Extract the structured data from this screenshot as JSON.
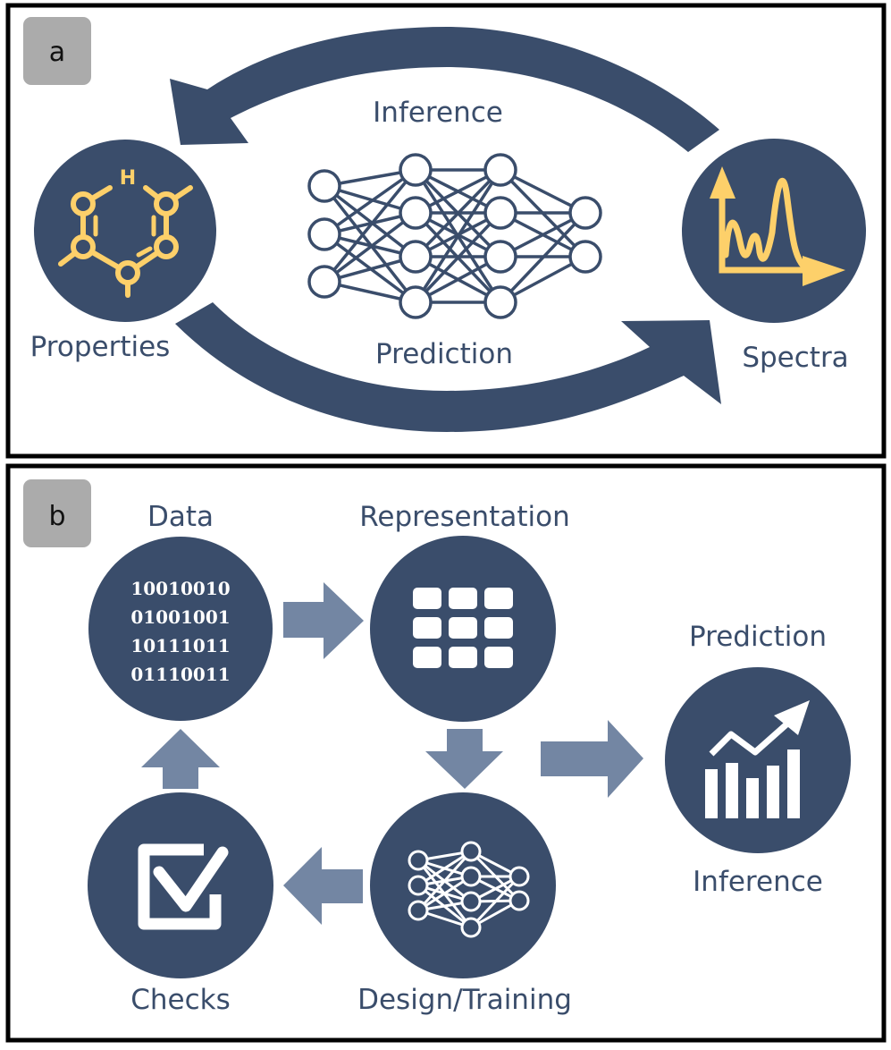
{
  "colors": {
    "navy": "#3a4d6b",
    "arrow_light": "#7386a3",
    "gold": "#fdd06a",
    "tag_gray": "#ababab",
    "border": "#000000",
    "white": "#ffffff"
  },
  "panel_a": {
    "tag": "a",
    "top_label": "Inference",
    "bottom_label": "Prediction",
    "left_node": {
      "label": "Properties",
      "icon": "molecule-icon",
      "atom_label": "H"
    },
    "right_node": {
      "label": "Spectra",
      "icon": "spectrum-plot-icon"
    },
    "center_icon": "neural-network-icon",
    "network_layers": [
      3,
      4,
      4,
      2
    ]
  },
  "panel_b": {
    "tag": "b",
    "nodes": {
      "data": {
        "label": "Data",
        "icon": "binary-data-icon",
        "lines": [
          "10010010",
          "01001001",
          "10111011",
          "01110011"
        ]
      },
      "representation": {
        "label": "Representation",
        "icon": "grid-icon"
      },
      "design": {
        "label": "Design/Training",
        "icon": "neural-network-icon"
      },
      "checks": {
        "label": "Checks",
        "icon": "checkbox-icon"
      },
      "prediction": {
        "label_top": "Prediction",
        "label_bottom": "Inference",
        "icon": "trending-chart-icon"
      }
    },
    "mini_network_layers": [
      3,
      4,
      2
    ]
  }
}
